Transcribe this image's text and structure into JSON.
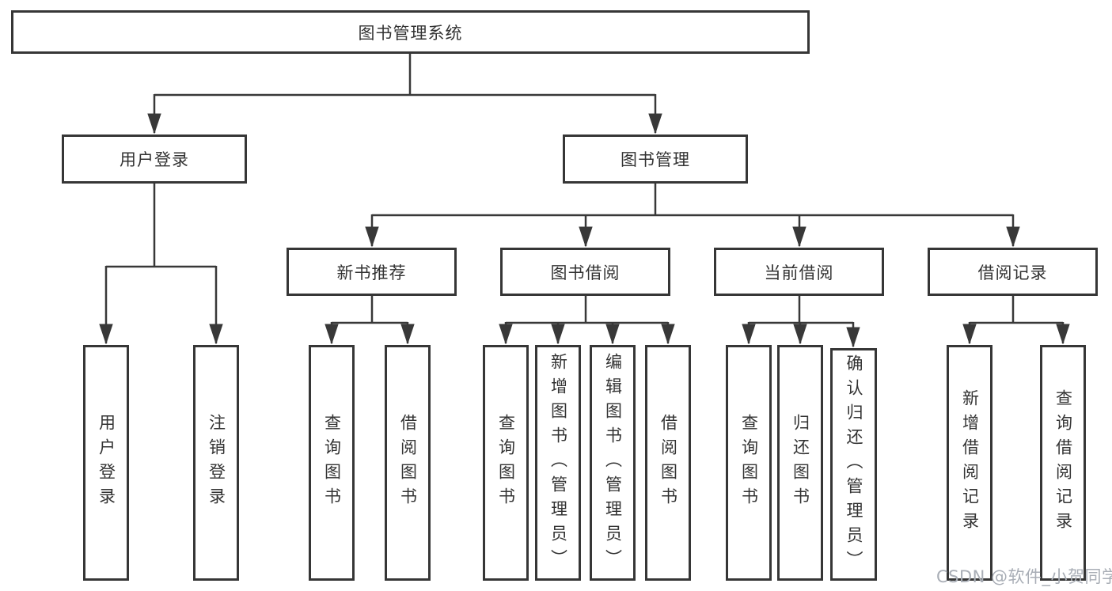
{
  "diagram_title": "图书管理系统",
  "nodes": {
    "root": "图书管理系统",
    "level2": {
      "user_login": "用户登录",
      "book_management": "图书管理"
    },
    "level3": {
      "new_book_recommend": "新书推荐",
      "book_borrow": "图书借阅",
      "current_borrow": "当前借阅",
      "borrow_record": "借阅记录"
    },
    "leaves": {
      "user_login": "用户登录",
      "logout": "注销登录",
      "nb_query_book": "查询图书",
      "nb_borrow_book": "借阅图书",
      "bb_query_book": "查询图书",
      "bb_add_book": "新增图书（管理员）",
      "bb_edit_book": "编辑图书（管理员）",
      "bb_borrow_book": "借阅图书",
      "cb_query_book": "查询图书",
      "cb_return_book": "归还图书",
      "cb_confirm_return": "确认归还（管理员）",
      "br_add_record": "新增借阅记录",
      "br_query_record": "查询借阅记录"
    },
    "watermark": "CSDN @软件_小贺同学"
  },
  "colors": {
    "background": "#ffffff",
    "box_border": "#363636",
    "box_fill": "#ffffff",
    "connector_line": "#383838",
    "text": "#333333",
    "watermark_text": "#a9aeb6"
  }
}
